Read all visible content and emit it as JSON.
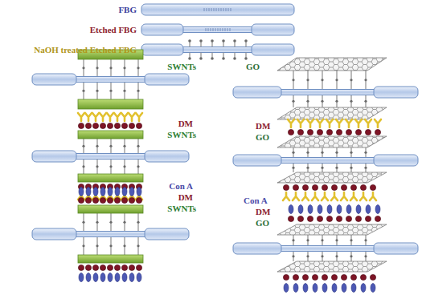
{
  "diagram": {
    "labels": [
      "FBG",
      "Etched FBG",
      "NaOH treated Etched FBG",
      "SWNTs",
      "GO",
      "DM",
      "SWNTs",
      "DM",
      "GO",
      "Con A",
      "DM",
      "SWNTs",
      "Con A",
      "DM",
      "GO"
    ]
  }
}
